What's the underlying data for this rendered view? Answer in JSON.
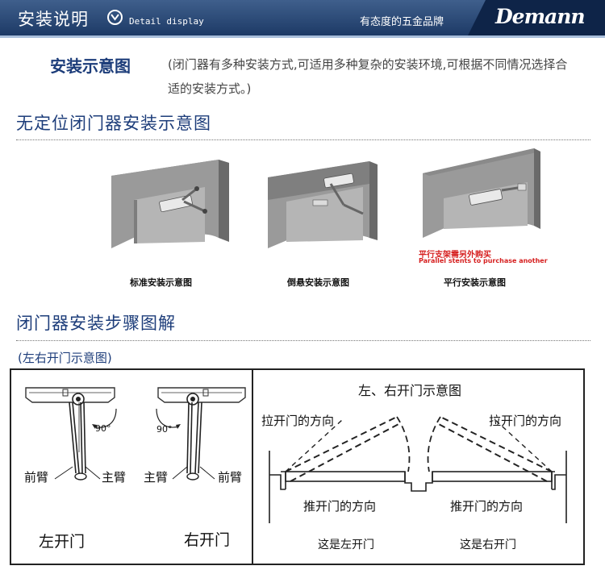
{
  "header": {
    "title": "安装说明",
    "subtitle": "Detail display",
    "slogan": "有态度的五金品牌",
    "brand": "Demann"
  },
  "intro": {
    "title": "安装示意图",
    "text": "(闭门器有多种安装方式,可适用多种复杂的安装环境,可根据不同情况选择合适的安装方式。)"
  },
  "section1": {
    "title": "无定位闭门器安装示意图",
    "figures": [
      {
        "caption": "标准安装示意图"
      },
      {
        "caption": "倒悬安装示意图"
      },
      {
        "caption": "平行安装示意图"
      }
    ],
    "note_cn": "平行支架需另外购买",
    "note_en": "Parallel stents to purchase another"
  },
  "section2": {
    "title": "闭门器安装步骤图解",
    "subtitle": "(左右开门示意图)",
    "left_panel": {
      "angle": "90°",
      "front_arm": "前臂",
      "main_arm": "主臂",
      "left_door": "左开门",
      "right_door": "右开门"
    },
    "right_panel": {
      "title": "左、右开门示意图",
      "pull_direction": "拉开门的方向",
      "push_direction": "推开门的方向",
      "left_caption": "这是左开门",
      "right_caption": "这是右开门"
    }
  }
}
